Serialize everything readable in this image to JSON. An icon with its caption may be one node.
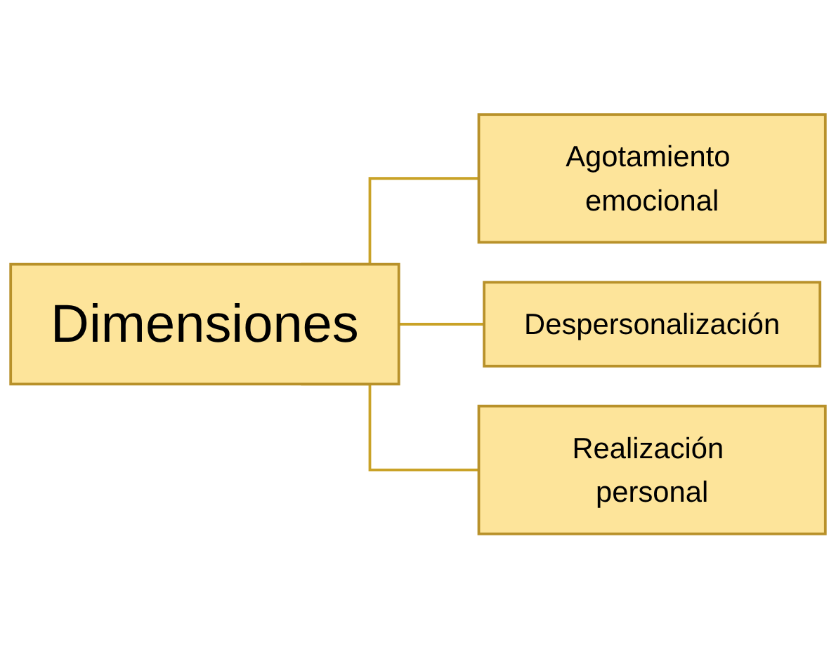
{
  "diagram": {
    "nodes": [
      {
        "text": [
          "Dimensiones"
        ]
      },
      {
        "text": [
          "Agotamiento emocional"
        ]
      },
      {
        "text": [
          "Despersonalización"
        ]
      },
      {
        "text": [
          "Realización personal"
        ]
      }
    ],
    "edges": [
      {
        "from": 0,
        "to": 1,
        "arrow": "none"
      },
      {
        "from": 0,
        "to": 2,
        "arrow": "none"
      },
      {
        "from": 0,
        "to": 3,
        "arrow": "none"
      }
    ]
  }
}
